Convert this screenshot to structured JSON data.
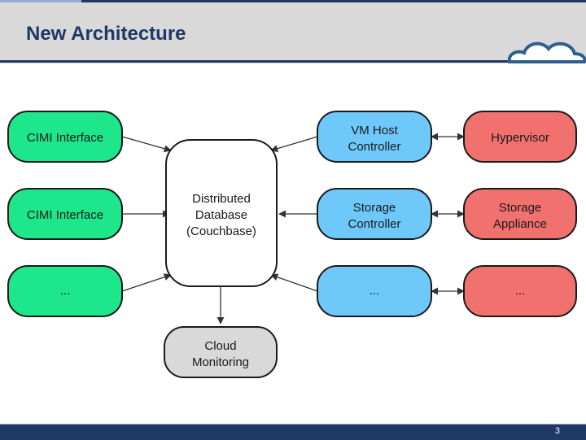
{
  "slide": {
    "title": "New Architecture",
    "page_number": "3"
  },
  "colors": {
    "green": "#1de68b",
    "blue": "#6fc8fa",
    "red": "#f0716e",
    "white": "#ffffff",
    "gray": "#d9d9d9",
    "title": "#1f3864"
  },
  "diagram": {
    "nodes": {
      "cimi1": "CIMI Interface",
      "cimi2": "CIMI Interface",
      "cimi3": "...",
      "database_line1": "Distributed",
      "database_line2": "Database",
      "database_line3": "(Couchbase)",
      "vmhost_line1": "VM Host",
      "vmhost_line2": "Controller",
      "storage_line1": "Storage",
      "storage_line2": "Controller",
      "blue3": "...",
      "hypervisor": "Hypervisor",
      "appliance_line1": "Storage",
      "appliance_line2": "Appliance",
      "red3": "...",
      "monitoring_line1": "Cloud",
      "monitoring_line2": "Monitoring"
    }
  }
}
